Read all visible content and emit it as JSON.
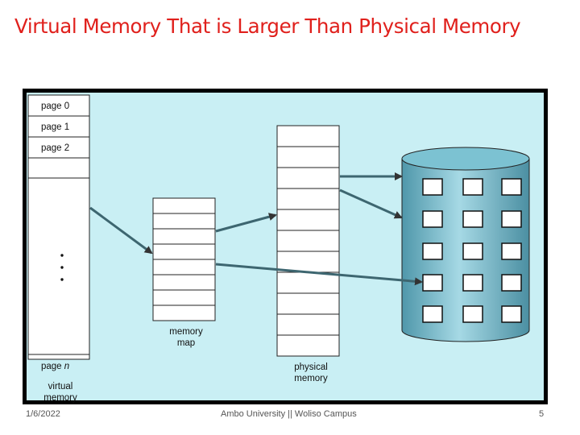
{
  "slide": {
    "title": "Virtual Memory That is Larger Than Physical Memory",
    "footer": {
      "date": "1/6/2022",
      "center": "Ambo University || Woliso Campus",
      "page": "5"
    }
  },
  "diagram": {
    "virtual_memory": {
      "pages": [
        "page 0",
        "page 1",
        "page 2"
      ],
      "ellipsis": "•\n•\n•",
      "last_page_prefix": "page ",
      "last_page_var": "n",
      "label_line1": "virtual",
      "label_line2": "memory"
    },
    "memory_map": {
      "label_line1": "memory",
      "label_line2": "map"
    },
    "physical_memory": {
      "label_line1": "physical",
      "label_line2": "memory"
    },
    "colors": {
      "background": "#c9eff4",
      "frame": "#000000",
      "disk": "#6fb3c4",
      "title": "#e0201c"
    }
  }
}
